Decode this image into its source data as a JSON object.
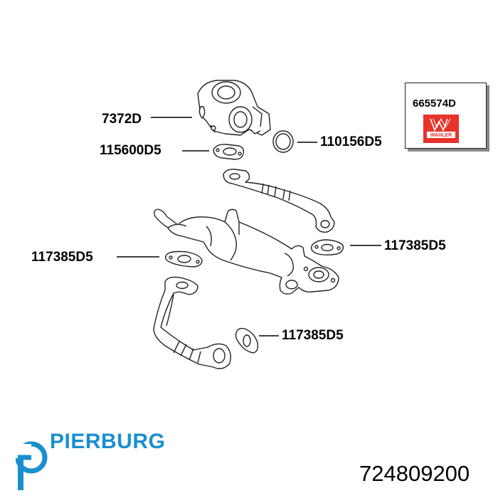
{
  "labels": {
    "valve": "7372D",
    "gasket_top": "115600D5",
    "oring": "110156D5",
    "gasket_right": "117385D5",
    "gasket_left": "117385D5",
    "gasket_bottom": "117385D5"
  },
  "kit_box": {
    "label": "665574D",
    "logo_text": "WAHLER",
    "logo_color": "#e8332a"
  },
  "brand": {
    "name": "PIERBURG",
    "color": "#1a8fd0"
  },
  "part_number": "724809200"
}
